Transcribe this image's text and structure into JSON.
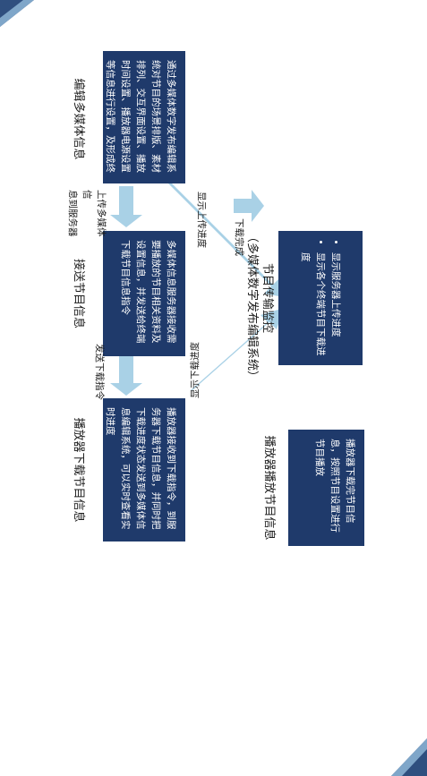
{
  "nodes": {
    "edit": {
      "title": "编辑多媒体信息",
      "body": "通过多媒体数字发布编辑系统对节目的场景排版、素材排列、交互界面设置、播放时间设置、播放器电源设置等信息进行设置，及形成终端播放信息"
    },
    "send": {
      "title": "接送节目信息",
      "body": "多媒体信息服务器接收需要播放的节目相关资料及设置信息，并发送给终端下载节目信息指令"
    },
    "download": {
      "title": "播放器下载节目信息",
      "body": "播放器接收到下载指令，到服务器下载节目信息，并同时把下载进度状态发送到多媒体信息编辑系统，可以实时查看实时进度"
    },
    "play": {
      "title": "播放器播放节目信息",
      "body": "播放器下载完节目信息，按照节目设置进行节目播放"
    },
    "monitor": {
      "title_line1": "节目传输监控",
      "title_line2": "（多媒体数字发布编辑系统）",
      "items": [
        "显示服务器上传进度",
        "显示各个终端节目下载进度"
      ]
    }
  },
  "edges": {
    "upload_line1": "上传多媒体信",
    "upload_line2": "息到服务器",
    "send_cmd": "发送下载指令",
    "download_done": "下载完成",
    "show_upload": "显示上传进度",
    "show_download": "显示下载进度"
  },
  "colors": {
    "box": "#1f3a6b",
    "arrow": "#a9d1e6",
    "corner": "#2f4f7f"
  }
}
